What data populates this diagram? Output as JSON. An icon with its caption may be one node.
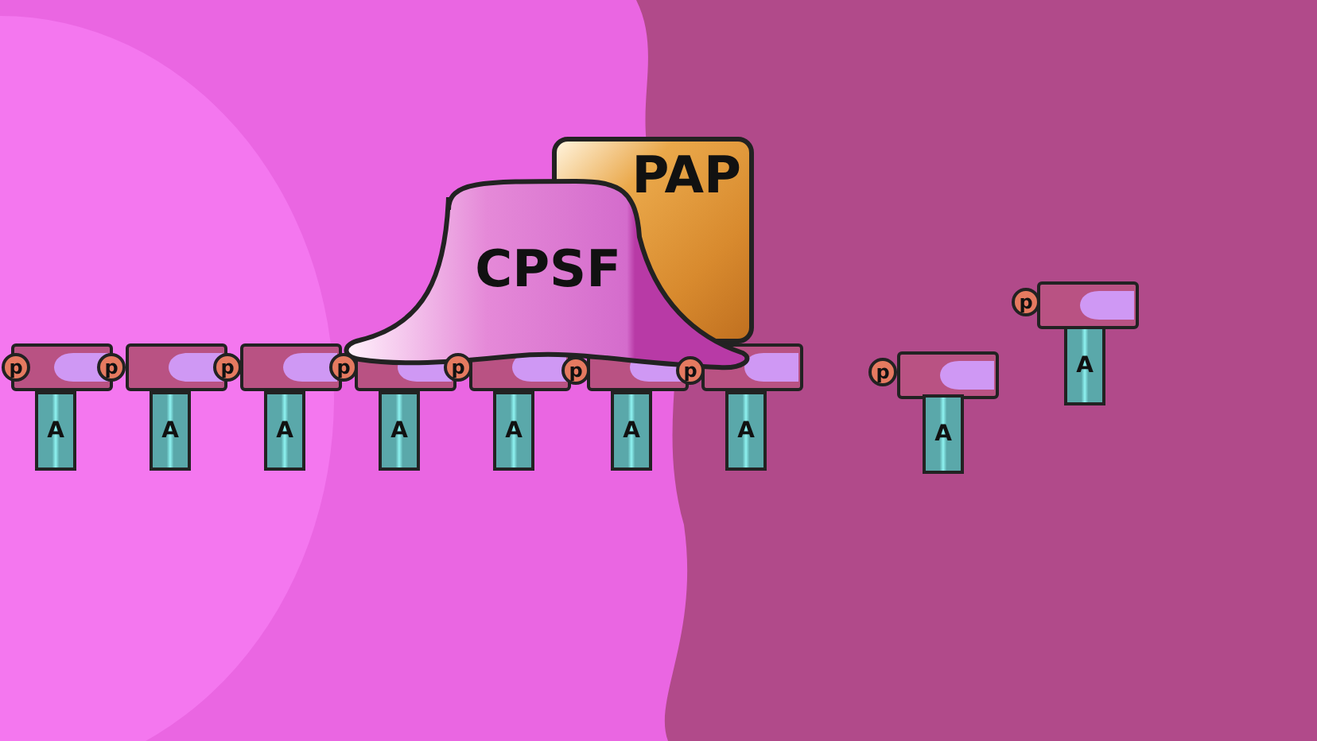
{
  "diagram": {
    "nodes": [
      {
        "text": [
          "PAP"
        ]
      },
      {
        "text": [
          "CPSF"
        ]
      },
      {
        "text": [
          "p"
        ]
      },
      {
        "text": [
          "A"
        ]
      },
      {
        "text": [
          "p"
        ]
      },
      {
        "text": [
          "A"
        ]
      },
      {
        "text": [
          "p"
        ]
      },
      {
        "text": [
          "A"
        ]
      },
      {
        "text": [
          "p"
        ]
      },
      {
        "text": [
          "A"
        ]
      },
      {
        "text": [
          "p"
        ]
      },
      {
        "text": [
          "A"
        ]
      },
      {
        "text": [
          "p"
        ]
      },
      {
        "text": [
          "A"
        ]
      },
      {
        "text": [
          "p"
        ]
      },
      {
        "text": [
          "A"
        ]
      },
      {
        "text": [
          "p"
        ]
      },
      {
        "text": [
          "A"
        ]
      },
      {
        "text": [
          "p"
        ]
      },
      {
        "text": [
          "A"
        ]
      }
    ]
  }
}
